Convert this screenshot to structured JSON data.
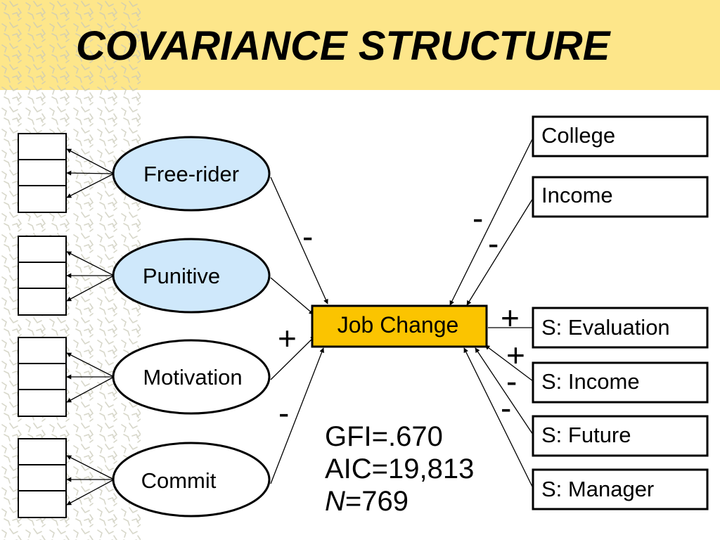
{
  "title": "COVARIANCE STRUCTURE",
  "colors": {
    "title_band": "#fde68a",
    "latent_fill_light_blue": "#cfe8fb",
    "latent_fill_white": "#ffffff",
    "outcome_fill": "#fbc400",
    "stroke": "#000000"
  },
  "latent_factors": [
    {
      "label": "Free-rider",
      "fill": "#cfe8fb"
    },
    {
      "label": "Punitive",
      "fill": "#cfe8fb"
    },
    {
      "label": "Motivation",
      "fill": "#ffffff"
    },
    {
      "label": "Commit",
      "fill": "#ffffff"
    }
  ],
  "outcome": {
    "label": "Job Change"
  },
  "predictors": [
    {
      "label": "College"
    },
    {
      "label": "Income"
    },
    {
      "label": "S: Evaluation"
    },
    {
      "label": "S: Income"
    },
    {
      "label": "S: Future"
    },
    {
      "label": "S: Manager"
    }
  ],
  "signs": {
    "free_rider": "-",
    "motivation": "+",
    "commit": "-",
    "college": "-",
    "income": "-",
    "s_evaluation": "+",
    "s_income_plus": "+",
    "s_income_minus": "-",
    "s_future": "-"
  },
  "stats": {
    "gfi": "GFI=.670",
    "aic": "AIC=19,813",
    "n_symbol": "N",
    "n_value": "=769"
  }
}
